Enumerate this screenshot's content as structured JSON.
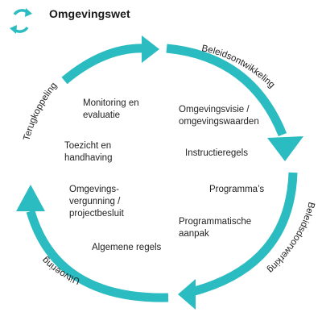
{
  "header": {
    "title": "Omgevingswet",
    "icon": "cycle-arrows-icon"
  },
  "colors": {
    "accent": "#2bbcc1",
    "text": "#222222"
  },
  "phases": {
    "top_right": "Beleidsontwikkeling",
    "bottom_right": "Beleidsdoorwerking",
    "bottom_left": "Uitvoering",
    "top_left": "Terugkoppeling"
  },
  "items": {
    "omgevingsvisie": [
      "Omgevingsvisie /",
      "omgevingswaarden"
    ],
    "instructieregels": [
      "Instructieregels"
    ],
    "programmas": [
      "Programma’s"
    ],
    "programmatische_aanpak": [
      "Programmatische",
      "aanpak"
    ],
    "algemene_regels": [
      "Algemene regels"
    ],
    "omgevingsvergunning": [
      "Omgevings-",
      "vergunning /",
      "projectbesluit"
    ],
    "toezicht": [
      "Toezicht en",
      "handhaving"
    ],
    "monitoring": [
      "Monitoring en",
      "evaluatie"
    ]
  }
}
